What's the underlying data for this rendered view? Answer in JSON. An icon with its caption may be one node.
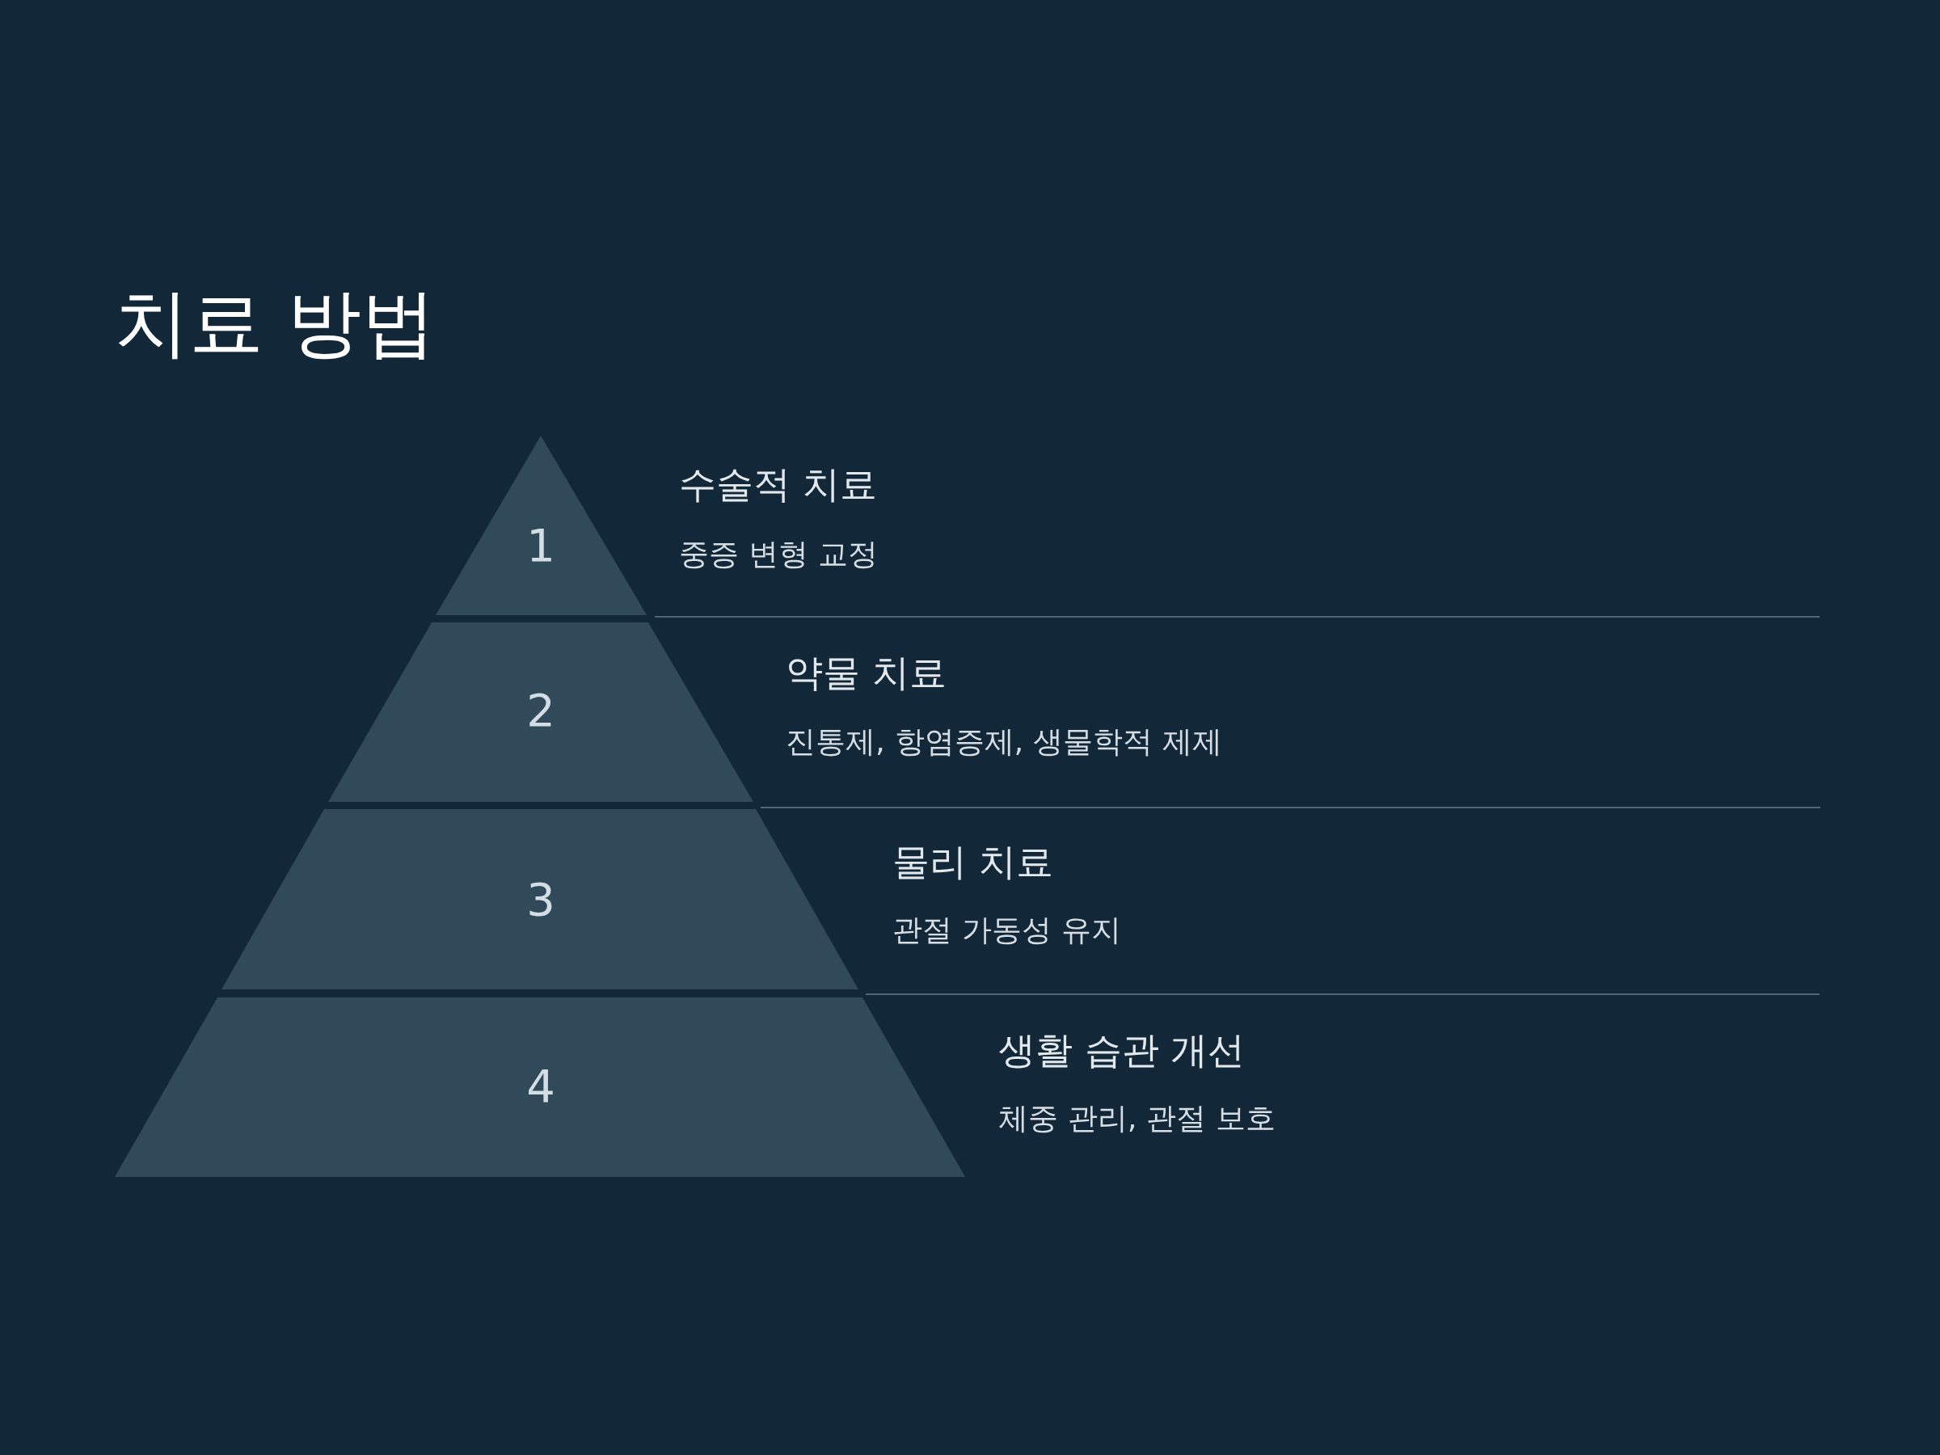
{
  "diagram": {
    "title": "치료 방법",
    "nodes": [
      {
        "text": [
          "1"
        ],
        "beside": [
          "수술적 치료",
          "중증 변형 교정"
        ]
      },
      {
        "text": [
          "2"
        ],
        "beside": [
          "약물 치료",
          "진통제, 항염증제, 생물학적 제제"
        ]
      },
      {
        "text": [
          "3"
        ],
        "beside": [
          "물리 치료",
          "관절 가동성 유지"
        ]
      },
      {
        "text": [
          "4"
        ],
        "beside": [
          "생활 습관 개선",
          "체중 관리, 관절 보호"
        ]
      }
    ]
  }
}
